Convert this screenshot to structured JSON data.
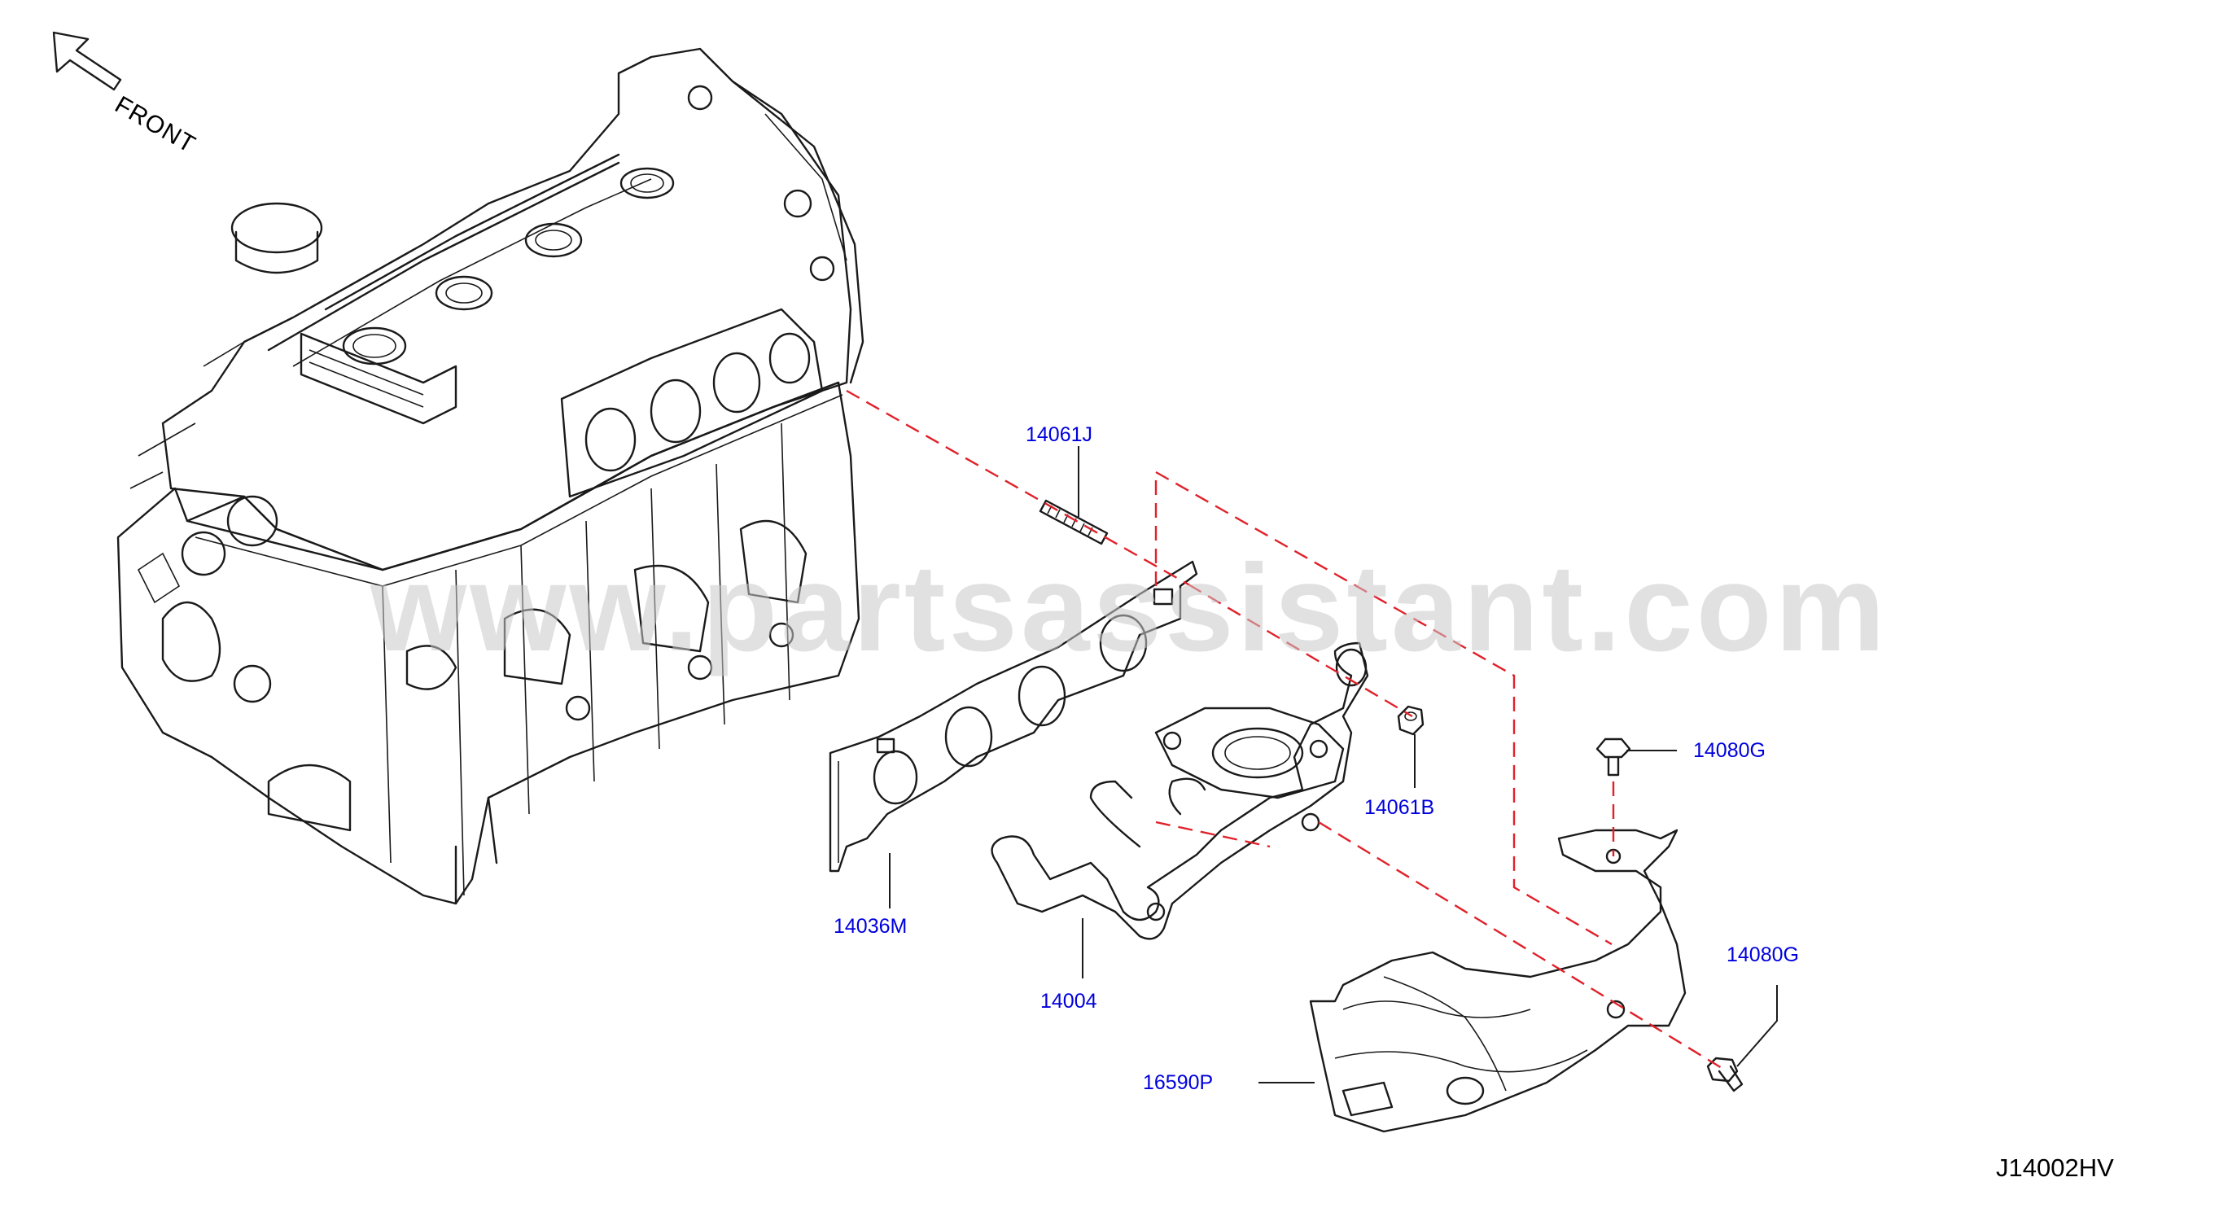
{
  "direction_label": "FRONT",
  "watermark": "www.partsassistant.com",
  "diagram_code": "J14002HV",
  "colors": {
    "callout": "#0000dd",
    "dashed_line": "#e0212a",
    "line_art": "#1a1a1a",
    "watermark": "#c9c9c9"
  },
  "parts": [
    {
      "part_number": "14061J"
    },
    {
      "part_number": "14061B"
    },
    {
      "part_number": "14080G"
    },
    {
      "part_number": "14036M"
    },
    {
      "part_number": "14004"
    },
    {
      "part_number": "14080G"
    },
    {
      "part_number": "16590P"
    }
  ]
}
